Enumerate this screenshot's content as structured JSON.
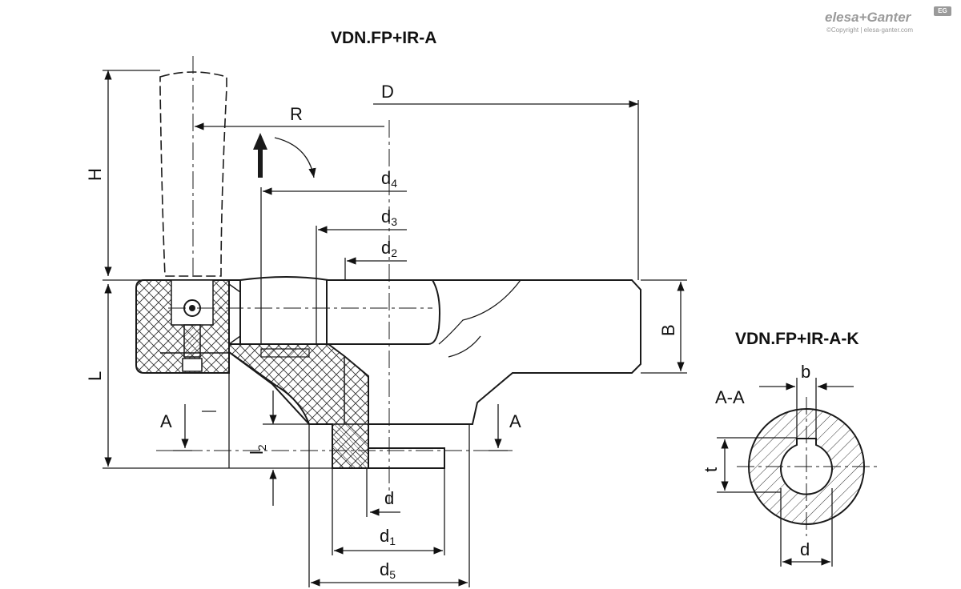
{
  "header": {
    "main_title": "VDN.FP+IR-A",
    "section_title": "VDN.FP+IR-A-K"
  },
  "brand": {
    "name": "elesa+Ganter",
    "copyright": "©Copyright | elesa-ganter.com",
    "badge": "EG"
  },
  "dimensions": {
    "D": "D",
    "R": "R",
    "H": "H",
    "L": "L",
    "B": "B",
    "d": "d",
    "d1": "d",
    "d1_sub": "1",
    "d2": "d",
    "d2_sub": "2",
    "d3": "d",
    "d3_sub": "3",
    "d4": "d",
    "d4_sub": "4",
    "d5": "d",
    "d5_sub": "5",
    "l2": "l",
    "l2_sub": "2",
    "section_left": "A",
    "section_right": "A"
  },
  "section_view": {
    "label": "A-A",
    "b": "b",
    "t": "t",
    "d": "d"
  },
  "colors": {
    "line": "#1a1a1a",
    "hatch": "#333333",
    "brand": "#9a9a9a"
  }
}
